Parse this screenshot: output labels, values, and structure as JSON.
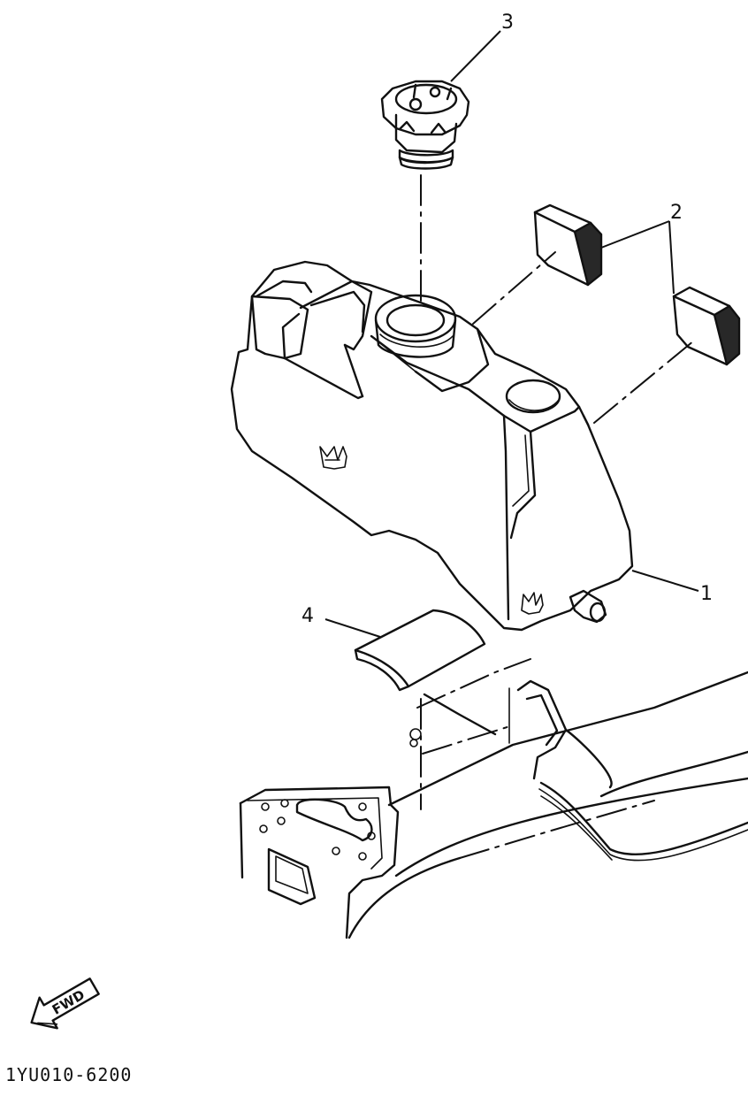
{
  "callouts": {
    "part_1": "1",
    "part_2": "2",
    "part_3": "3",
    "part_4": "4"
  },
  "direction_arrow": {
    "label": "FWD"
  },
  "diagram_code": "1YU010-6200",
  "colors": {
    "ink": "#111111",
    "paper": "#ffffff"
  }
}
